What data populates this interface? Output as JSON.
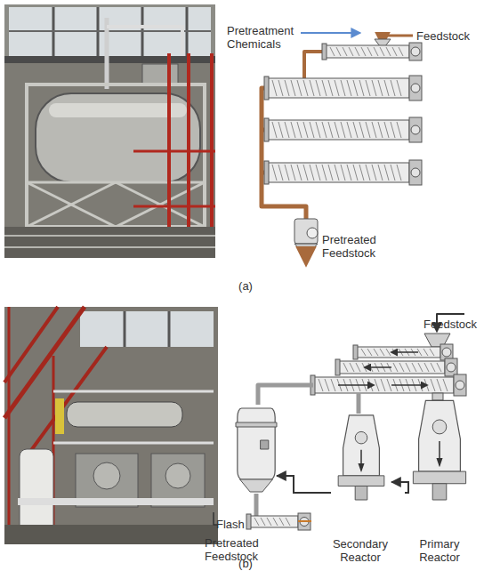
{
  "diagram": {
    "nodes": [
      {
        "text": [
          "Flash"
        ]
      },
      {
        "text": [
          "Secondary Reactor"
        ]
      },
      {
        "text": [
          "Primary Reactor"
        ]
      }
    ],
    "edges": [
      {
        "from": 2,
        "to": 1,
        "arrow": "to"
      },
      {
        "from": 1,
        "to": 0,
        "arrow": "to"
      }
    ],
    "labels": [
      "Pretreatment Chemicals",
      "Feedstock",
      "Pretreated Feedstock",
      "(a)",
      "Feedstock",
      "Pretreated Feedstock",
      "(b)"
    ]
  }
}
